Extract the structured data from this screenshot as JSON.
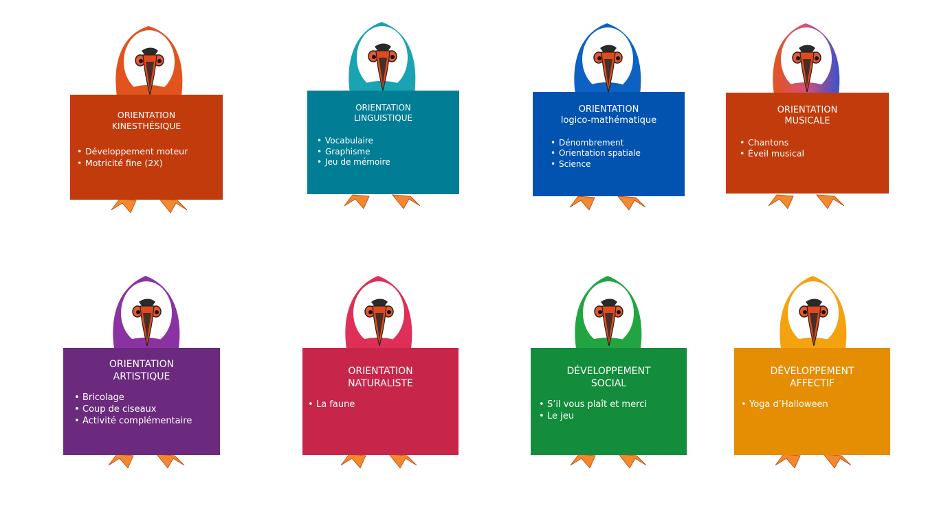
{
  "cards": [
    {
      "title1": "ORIENTATION",
      "title2": "KINESTHÉSIQUE",
      "color": "#c23b0c",
      "head": "#e1541d",
      "items": [
        "Développement moteur",
        "Motricité fine (2X)"
      ]
    },
    {
      "title1": "ORIENTATION",
      "title2": "LINGUISTIQUE",
      "color": "#017d96",
      "head": "#1aa3b2",
      "items": [
        "Vocabulaire",
        "Graphisme",
        "Jeu de mémoire"
      ]
    },
    {
      "title1": "ORIENTATION",
      "title2": "logico-mathématique",
      "color": "#0253b0",
      "head": "#0d61c2",
      "items": [
        "Dénombrement",
        "Orientation spatiale",
        "Science"
      ]
    },
    {
      "title1": "ORIENTATION",
      "title2": "MUSICALE",
      "color": "#c23b0c",
      "head": "#e0541d",
      "items": [
        "Chantons",
        "Éveil musical"
      ]
    },
    {
      "title1": "ORIENTATION",
      "title2": "ARTISTIQUE",
      "color": "#6b2a7d",
      "head": "#8b32a3",
      "items": [
        "Bricolage",
        "Coup de ciseaux",
        "Activité complémentaire"
      ]
    },
    {
      "title1": "ORIENTATION",
      "title2": "NATURALISTE",
      "color": "#c8254a",
      "head": "#dd2f57",
      "items": [
        "La faune"
      ]
    },
    {
      "title1": "DÉVELOPPEMENT",
      "title2": "SOCIAL",
      "color": "#138d3b",
      "head": "#22a541",
      "items": [
        "S’il vous plaît et merci",
        "Le jeu"
      ]
    },
    {
      "title1": "DÉVELOPPEMENT",
      "title2": "AFFECTIF",
      "color": "#e58d03",
      "head": "#f4a210",
      "items": [
        "Yoga d’Halloween"
      ]
    }
  ]
}
